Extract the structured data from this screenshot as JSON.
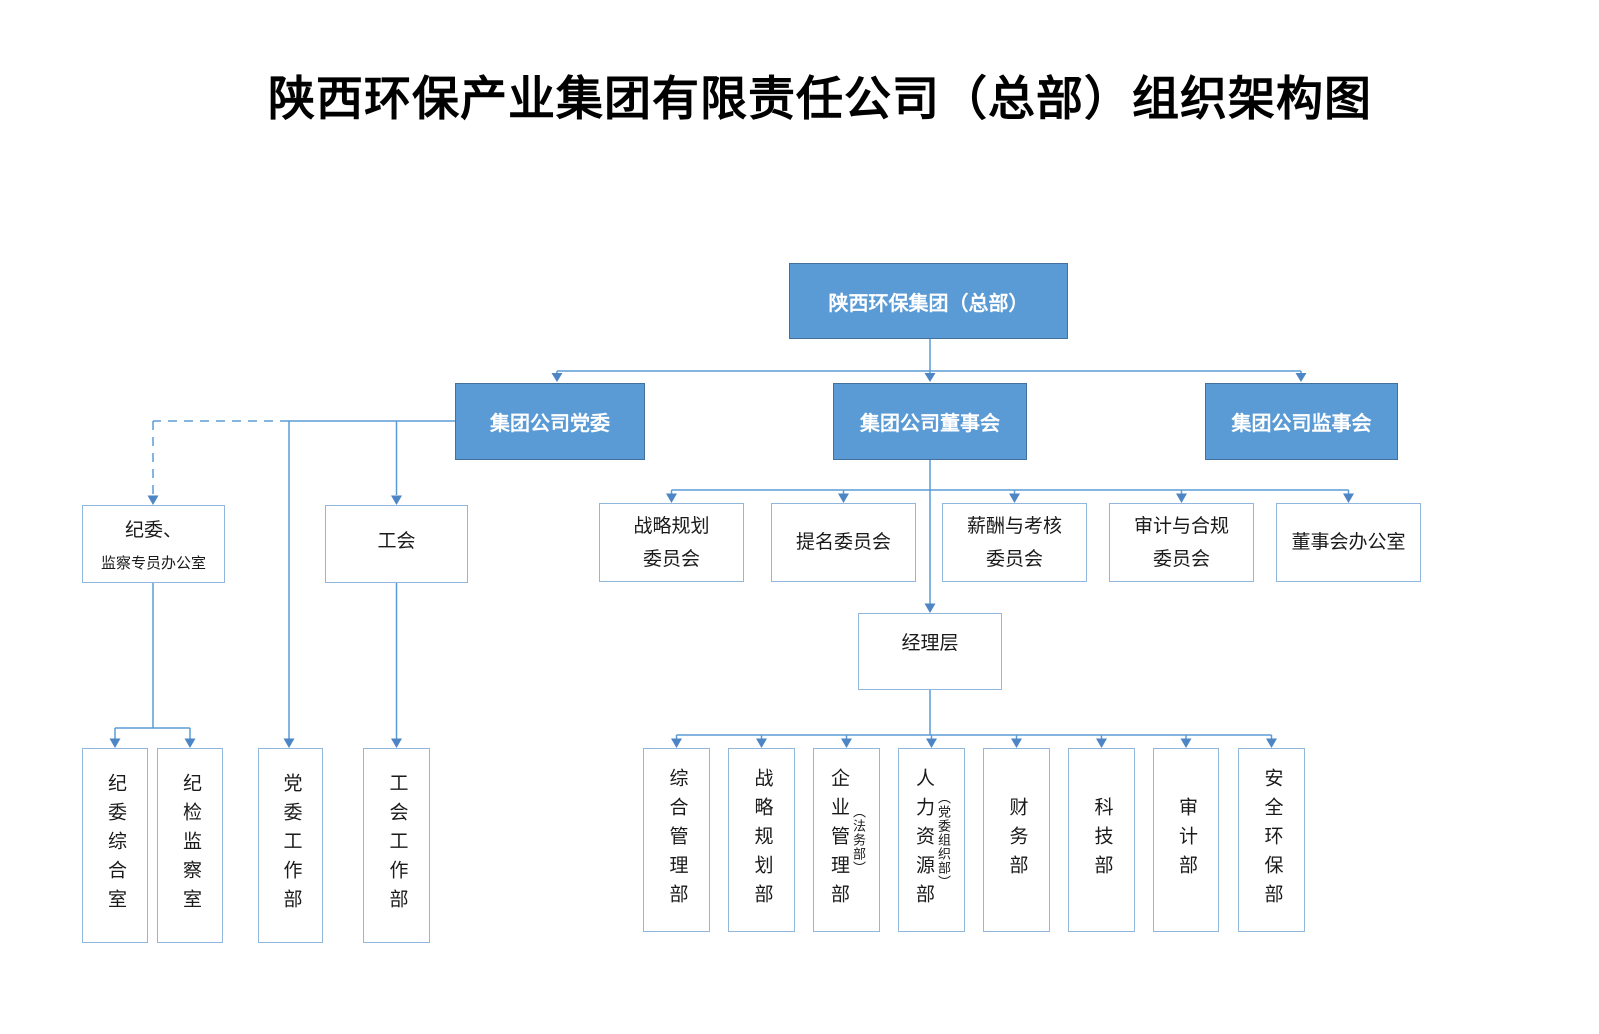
{
  "title": "陕西环保产业集团有限责任公司（总部）组织架构图",
  "colors": {
    "blue_box_fill": "#5b9bd5",
    "blue_box_border": "#41719c",
    "white_box_border": "#92b7de",
    "connector_line": "#5b9bd5",
    "arrow": "#4e86c5",
    "text_dark": "#1a1a1a",
    "text_light": "#ffffff"
  },
  "chart": {
    "root": {
      "label": "陕西环保集团（总部）"
    },
    "party": {
      "label": "集团公司党委"
    },
    "board": {
      "label": "集团公司董事会"
    },
    "supervisory": {
      "label": "集团公司监事会"
    },
    "committees": [
      {
        "line1": "战略规划",
        "line2": "委员会"
      },
      {
        "line1": "提名委员会",
        "line2": ""
      },
      {
        "line1": "薪酬与考核",
        "line2": "委员会"
      },
      {
        "line1": "审计与合规",
        "line2": "委员会"
      },
      {
        "line1": "董事会办公室",
        "line2": ""
      }
    ],
    "management": {
      "label": "经理层"
    },
    "discipline_office": {
      "line1": "纪委、",
      "line2": "监察专员办公室"
    },
    "union": {
      "label": "工会"
    },
    "party_departments": [
      {
        "label": "纪委综合室"
      },
      {
        "label": "纪检监察室"
      },
      {
        "label": "党委工作部"
      },
      {
        "label": "工会工作部"
      }
    ],
    "departments": [
      {
        "label": "综合管理部",
        "note": ""
      },
      {
        "label": "战略规划部",
        "note": ""
      },
      {
        "label": "企业管理部",
        "note": "（法务部）"
      },
      {
        "label": "人力资源部",
        "note": "（党委组织部）"
      },
      {
        "label": "财务部",
        "note": ""
      },
      {
        "label": "科技部",
        "note": ""
      },
      {
        "label": "审计部",
        "note": ""
      },
      {
        "label": "安全环保部",
        "note": ""
      }
    ]
  }
}
